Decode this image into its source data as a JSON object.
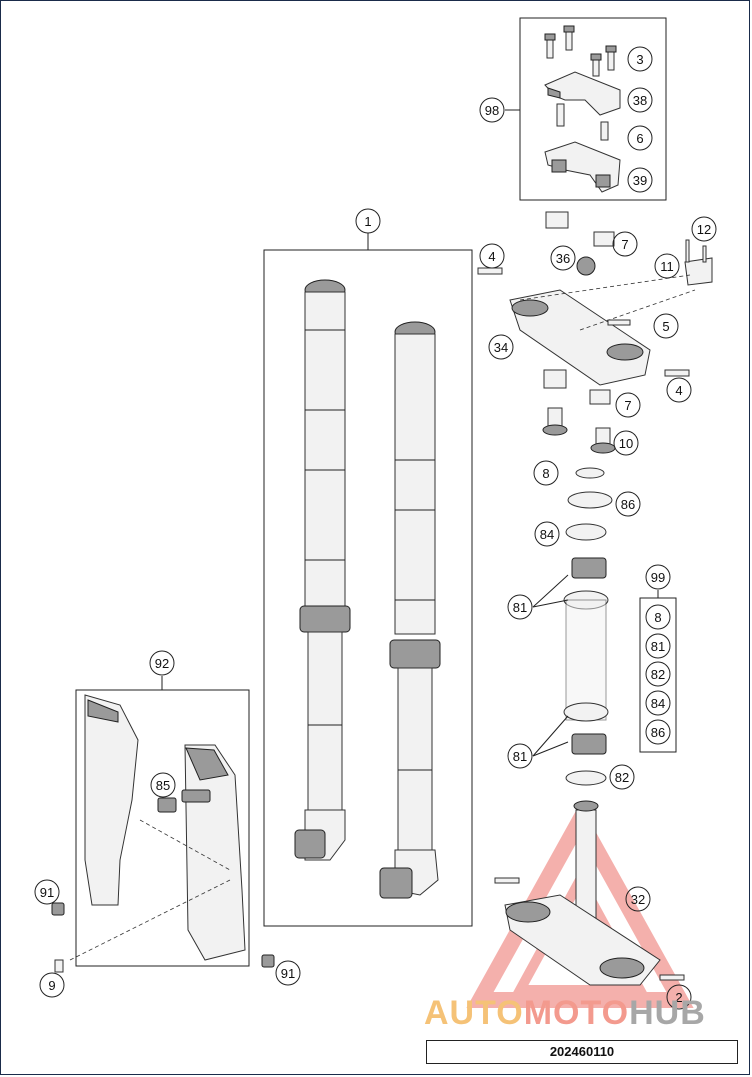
{
  "diagram": {
    "callouts": [
      {
        "id": "c3",
        "label": "3"
      },
      {
        "id": "c38",
        "label": "38"
      },
      {
        "id": "c6",
        "label": "6"
      },
      {
        "id": "c39",
        "label": "39"
      },
      {
        "id": "c98",
        "label": "98"
      },
      {
        "id": "c1",
        "label": "1"
      },
      {
        "id": "c4a",
        "label": "4"
      },
      {
        "id": "c7a",
        "label": "7"
      },
      {
        "id": "c36",
        "label": "36"
      },
      {
        "id": "c12",
        "label": "12"
      },
      {
        "id": "c11",
        "label": "11"
      },
      {
        "id": "c5",
        "label": "5"
      },
      {
        "id": "c34",
        "label": "34"
      },
      {
        "id": "c4b",
        "label": "4"
      },
      {
        "id": "c7b",
        "label": "7"
      },
      {
        "id": "c10",
        "label": "10"
      },
      {
        "id": "c8a",
        "label": "8"
      },
      {
        "id": "c86a",
        "label": "86"
      },
      {
        "id": "c84a",
        "label": "84"
      },
      {
        "id": "c99",
        "label": "99"
      },
      {
        "id": "c81a",
        "label": "81"
      },
      {
        "id": "c8b",
        "label": "8"
      },
      {
        "id": "c81b",
        "label": "81"
      },
      {
        "id": "c82a",
        "label": "82"
      },
      {
        "id": "c84b",
        "label": "84"
      },
      {
        "id": "c86b",
        "label": "86"
      },
      {
        "id": "c81c",
        "label": "81"
      },
      {
        "id": "c82b",
        "label": "82"
      },
      {
        "id": "c92",
        "label": "92"
      },
      {
        "id": "c85",
        "label": "85"
      },
      {
        "id": "c32",
        "label": "32"
      },
      {
        "id": "c91a",
        "label": "91"
      },
      {
        "id": "c9",
        "label": "9"
      },
      {
        "id": "c91b",
        "label": "91"
      },
      {
        "id": "c2",
        "label": "2"
      }
    ]
  },
  "watermark": {
    "part_a": "AUTO",
    "part_b": "MOTO",
    "part_c": "HUB"
  },
  "footer": {
    "code": "202460110"
  },
  "colors": {
    "watermark_triangle": "#e8524a",
    "line": "#222222"
  }
}
